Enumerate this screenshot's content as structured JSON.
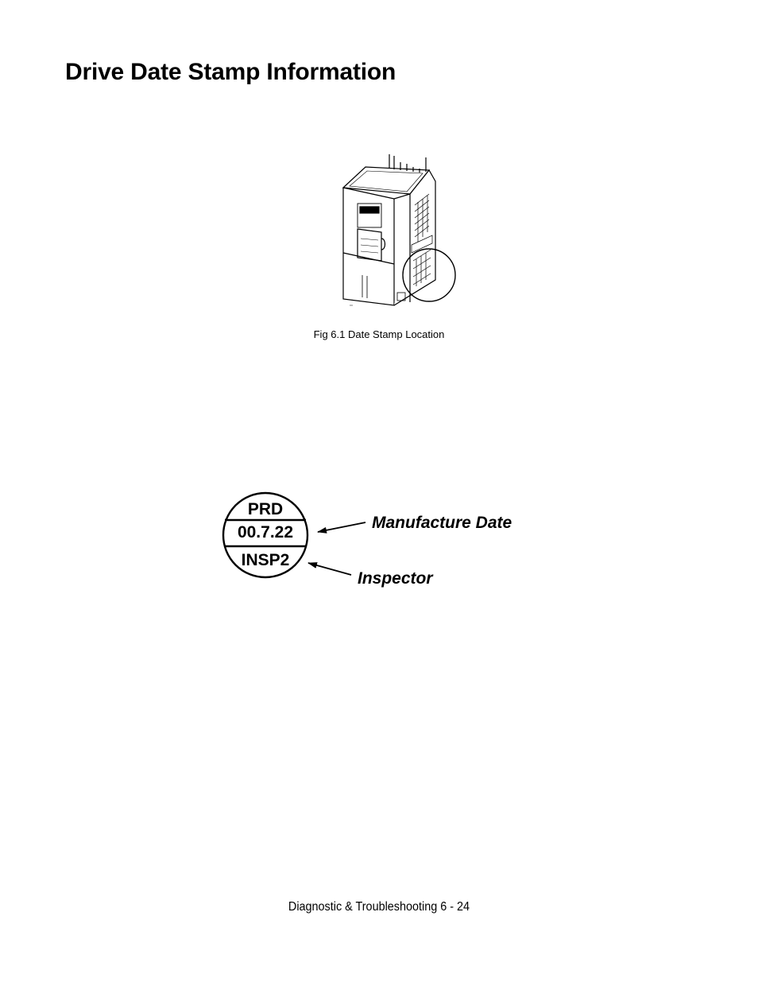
{
  "page": {
    "title": "Drive Date Stamp Information",
    "figure_caption": "Fig 6.1 Date Stamp Location",
    "footer": "Diagnostic & Troubleshooting  6 - 24"
  },
  "stamp": {
    "top": "PRD",
    "middle": "00.7.22",
    "bottom": "INSP2"
  },
  "callouts": {
    "manufacture_date": "Manufacture Date",
    "inspector": "Inspector"
  },
  "icons": {
    "drive_figure": "inverter-drive-illustration",
    "arrows": "callout-arrow-icon"
  }
}
